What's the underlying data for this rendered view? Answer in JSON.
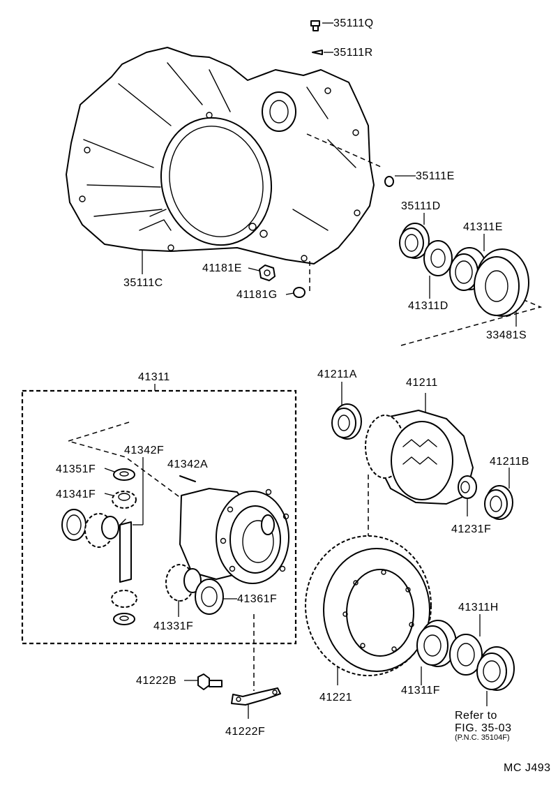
{
  "labels": {
    "p35111Q": "35111Q",
    "p35111R": "35111R",
    "p35111E": "35111E",
    "p35111D": "35111D",
    "p41311E": "41311E",
    "p41181E": "41181E",
    "p41181G": "41181G",
    "p35111C": "35111C",
    "p41311D": "41311D",
    "p33481S": "33481S",
    "p41311": "41311",
    "p41211A": "41211A",
    "p41211": "41211",
    "p41342F": "41342F",
    "p41342A": "41342A",
    "p41351F": "41351F",
    "p41341F": "41341F",
    "p41211B": "41211B",
    "p41231F": "41231F",
    "p41361F": "41361F",
    "p41331F": "41331F",
    "p41311H": "41311H",
    "p41222B": "41222B",
    "p41222F": "41222F",
    "p41221": "41221",
    "p41311F": "41311F"
  },
  "reference": {
    "line1": "Refer to",
    "line2": "FIG. 35-03",
    "line3": "(P.N.C. 35104F)"
  },
  "catalog_code": "MC J493"
}
